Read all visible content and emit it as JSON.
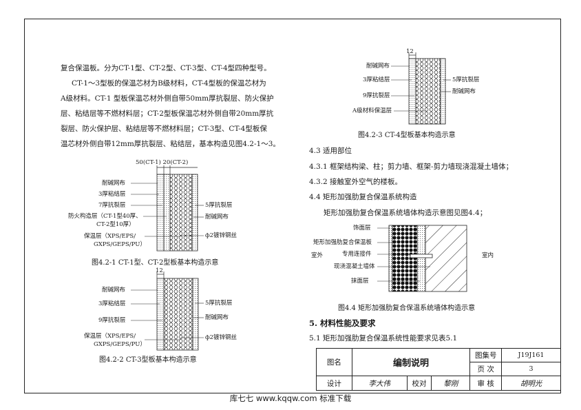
{
  "left_text": {
    "lines": [
      "复合保温板。分为CT-1型、CT-2型、CT-3型、CT-4型四种型号。",
      "CT-1～3型板的保温芯材为B级材料，CT-4型板的保温芯材为",
      "A级材料。CT-1 型板保温芯材外侧自带50mm厚抗裂层、防火保护",
      "层、粘结层等不燃材料层；CT-2型板保温芯材外侧自带20mm厚抗",
      "裂层、防火保护层、粘结层等不燃材料层；CT-3型、CT-4型板保",
      "温芯材外侧自带12mm厚抗裂层、粘结层，基本构造见图4.2-1～3。"
    ]
  },
  "fig421": {
    "dims": "50(CT-1) 20(CT-2)",
    "left_labels": [
      "耐碱网布",
      "3厚粘结层",
      "7厚抗裂层",
      "防火构造层（CT-1型40厚、",
      "CT-2型10厚）",
      "保温层（XPS/EPS/",
      "GXPS/GEPS/PU）"
    ],
    "right_labels": [
      "5厚抗裂层",
      "耐碱网布",
      "ф2镀锌钢丝"
    ],
    "caption": "图4.2-1   CT-1型、CT-2型板基本构造示意"
  },
  "fig422": {
    "dim": "12",
    "left_labels": [
      "耐碱网布",
      "3厚粘结层",
      "9厚抗裂层",
      "保温层（XPS/EPS/",
      "GXPS/GEPS/PU）"
    ],
    "right_labels": [
      "5厚抗裂层",
      "耐碱网布",
      "ф2镀锌钢丝"
    ],
    "caption": "图4.2-2   CT-3型板基本构造示意"
  },
  "fig423": {
    "dim": "12",
    "left_labels": [
      "耐碱网布",
      "3厚粘结层",
      "9厚抗裂层",
      "A级材料保温层"
    ],
    "right_labels": [
      "5厚抗裂层",
      "耐碱网布"
    ],
    "caption": "图4.2-3   CT-4型板基本构造示意"
  },
  "right_text": {
    "s43": "4.3  适用部位",
    "s431": "4.3.1  框架结构梁、柱；剪力墙、框架-剪力墙现浇混凝土墙体；",
    "s432": "4.3.2  接触室外空气的楼板。",
    "s44": "4.4  矩形加强肋复合保温系统构造",
    "s44_body": "矩形加强肋复合保温系统墙体构造示意图见图4.4；"
  },
  "fig44": {
    "labels": [
      "饰面层",
      "矩形加强肋复合保温板",
      "专用连接件",
      "现浇混凝土墙体",
      "抹面层"
    ],
    "outside": "室外",
    "inside": "室内",
    "caption": "图4.4   矩形加强肋复合保温系统墙体构造示意"
  },
  "section5": {
    "title": "5.  材料性能及要求",
    "s51": "5.1  矩形加强肋复合保温系统性能要求见表5.1"
  },
  "title_block": {
    "name_label": "图名",
    "name_value": "编制说明",
    "atlas_label": "图集号",
    "atlas_value": "J19J161",
    "page_label": "页  次",
    "page_value": "3",
    "design_label": "设计",
    "design_sig": "李大伟",
    "check_label": "校对",
    "check_sig": "黎刚",
    "review_label": "审  核",
    "review_sig": "胡明光"
  },
  "footer": "库七七 www.kqqw.com 标准下载"
}
